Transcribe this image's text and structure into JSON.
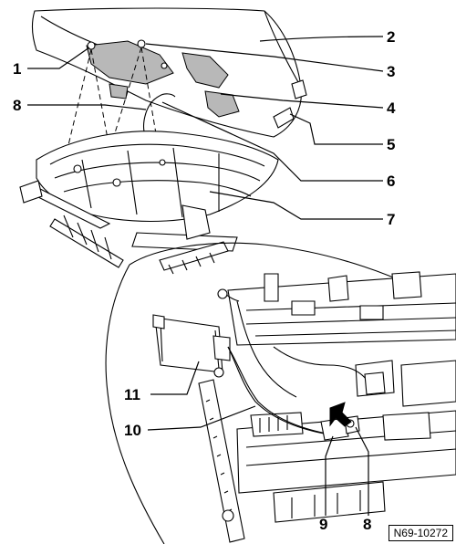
{
  "callouts": [
    {
      "id": "1",
      "label": "1"
    },
    {
      "id": "2",
      "label": "2"
    },
    {
      "id": "3",
      "label": "3"
    },
    {
      "id": "4",
      "label": "4"
    },
    {
      "id": "5",
      "label": "5"
    },
    {
      "id": "6",
      "label": "6"
    },
    {
      "id": "7",
      "label": "7"
    },
    {
      "id": "8a",
      "label": "8"
    },
    {
      "id": "8b",
      "label": "8"
    },
    {
      "id": "9",
      "label": "9"
    },
    {
      "id": "10",
      "label": "10"
    },
    {
      "id": "11",
      "label": "11"
    }
  ],
  "figure_ref": "N69-10272"
}
